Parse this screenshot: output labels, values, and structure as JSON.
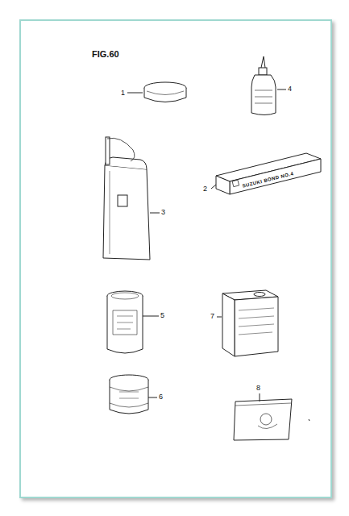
{
  "diagram": {
    "title": "FIG.60",
    "labels": [
      "1",
      "4",
      "2",
      "3",
      "5",
      "7",
      "6",
      "8",
      "SUZUKI BOND NO.4"
    ]
  }
}
